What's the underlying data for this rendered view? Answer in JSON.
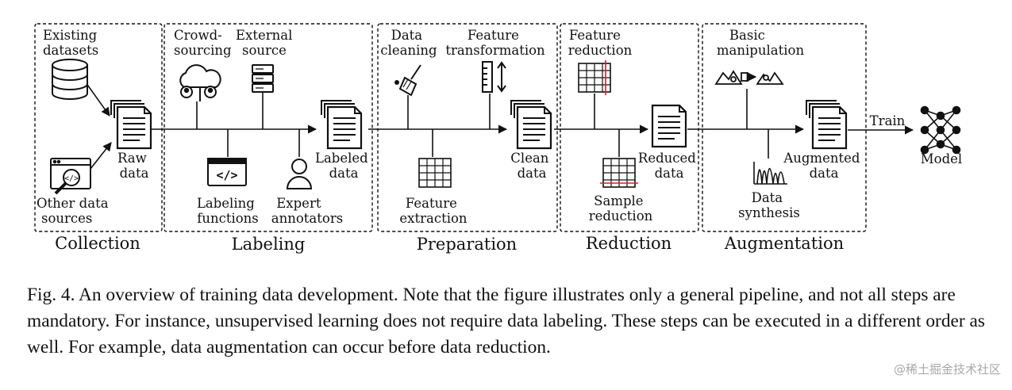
{
  "stages": {
    "collection": "Collection",
    "labeling": "Labeling",
    "preparation": "Preparation",
    "reduction": "Reduction",
    "augmentation": "Augmentation"
  },
  "nodes": {
    "existing_datasets": [
      "Existing",
      "datasets"
    ],
    "other_data_sources": [
      "Other data",
      "sources"
    ],
    "raw_data": [
      "Raw",
      "data"
    ],
    "crowd_sourcing": [
      "Crowd-",
      "sourcing"
    ],
    "external_source": [
      "External",
      "source"
    ],
    "labeling_functions": [
      "Labeling",
      "functions"
    ],
    "expert_annotators": [
      "Expert",
      "annotators"
    ],
    "labeled_data": [
      "Labeled",
      "data"
    ],
    "data_cleaning": [
      "Data",
      "cleaning"
    ],
    "feature_transformation": [
      "Feature",
      "transformation"
    ],
    "feature_extraction": [
      "Feature",
      "extraction"
    ],
    "clean_data": [
      "Clean",
      "data"
    ],
    "feature_reduction": [
      "Feature",
      "reduction"
    ],
    "sample_reduction": [
      "Sample",
      "reduction"
    ],
    "reduced_data": [
      "Reduced",
      "data"
    ],
    "basic_manipulation": [
      "Basic",
      "manipulation"
    ],
    "data_synthesis": [
      "Data",
      "synthesis"
    ],
    "augmented_data": [
      "Augmented",
      "data"
    ],
    "train": "Train",
    "model": "Model"
  },
  "caption": "Fig. 4.  An overview of training data development. Note that the figure illustrates only a general pipeline, and not all steps are mandatory. For instance, unsupervised learning does not require data labeling. These steps can be executed in a different order as well. For example, data augmentation can occur before data reduction.",
  "watermark": "@稀土掘金技术社区",
  "icons": [
    "database-icon",
    "web-code-icon",
    "document-icon",
    "cloud-network-icon",
    "server-icon",
    "code-window-icon",
    "person-icon",
    "broom-icon",
    "ruler-arrow-icon",
    "table-icon",
    "waveform-icon",
    "image-transform-icon",
    "neural-network-icon"
  ]
}
